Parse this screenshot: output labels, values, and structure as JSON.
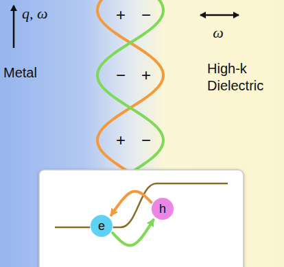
{
  "diagram": {
    "nodes": [
      {
        "text": [
          "e"
        ]
      },
      {
        "text": [
          "h"
        ]
      }
    ],
    "edges": [
      {
        "from": 1,
        "to": 0,
        "arrow": "to"
      },
      {
        "from": 0,
        "to": 1,
        "arrow": "to"
      }
    ],
    "labels": [
      "q, ω",
      "+",
      "−",
      "ω",
      "Metal",
      "−",
      "+",
      "High-k Dielectric",
      "+",
      "−"
    ]
  }
}
